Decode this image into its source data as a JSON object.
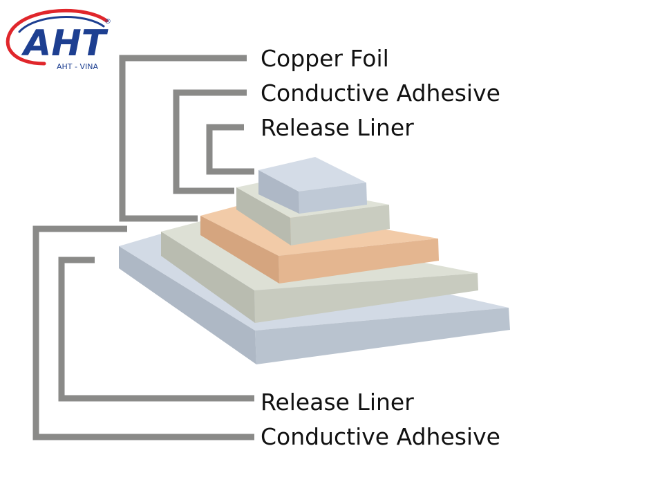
{
  "logo": {
    "text": "AHT",
    "subtitle": "AHT - VINA",
    "mark": "®"
  },
  "labels": {
    "copper_foil": "Copper Foil",
    "conductive_adhesive_top": "Conductive Adhesive",
    "release_liner_top": "Release Liner",
    "release_liner_bottom": "Release Liner",
    "conductive_adhesive_bottom": "Conductive Adhesive"
  },
  "colors": {
    "leader_line": "#8a8a88",
    "logo_red": "#e0262b",
    "logo_blue": "#1d3f91",
    "release_liner": "#cdd6e2",
    "conductive_adhesive": "#d9dccf",
    "copper_foil": "#efc6a2"
  }
}
